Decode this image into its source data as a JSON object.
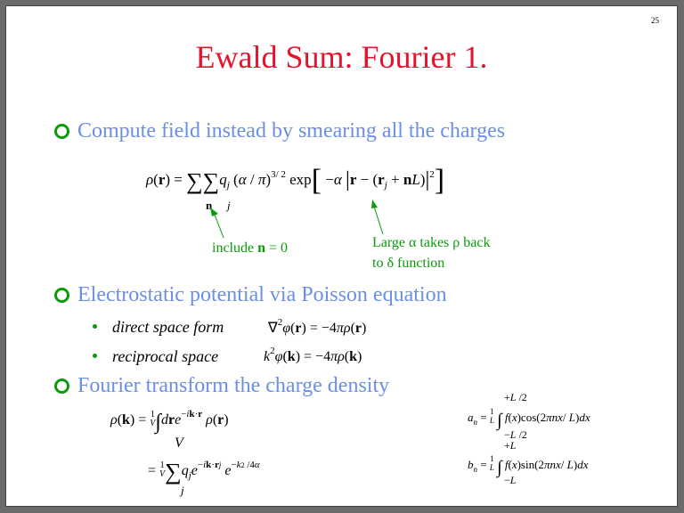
{
  "slide": {
    "page_number": "25",
    "title": "Ewald Sum:  Fourier 1.",
    "colors": {
      "title": "#e8122c",
      "bullet_text": "#6b8fe6",
      "bullet_marker": "#0a9b0a",
      "annotation": "#0a9b0a",
      "border": "#6b6b6b"
    }
  },
  "bullets": [
    {
      "label": "Compute field instead by smearing all the charges"
    },
    {
      "label": "Electrostatic potential via Poisson equation"
    },
    {
      "label": "Fourier transform the charge density"
    }
  ],
  "equations": {
    "rho_r": {
      "lhs": "ρ(r) =",
      "body": "q_j (α / π)^{3/2} exp[ −α |r − (r_j + nL)|² ]",
      "sum1_index": "n",
      "sum2_index": "j"
    },
    "poisson_direct": "∇²φ(r) = −4πρ(r)",
    "poisson_reciprocal": "k²φ(k) = −4πρ(k)",
    "rho_k_line1": "ρ(k) = (1/V) ∫_V dr e^{−ik·r} ρ(r)",
    "rho_k_line2": "= (1/V) Σ_j q_j e^{−ik·r_j} e^{−k²/4α}",
    "a_n": "a_n = (1/L) ∫_{−L/2}^{+L/2} f(x) cos(2πnx/L) dx",
    "b_n": "b_n = (1/L) ∫_{−L}^{+L} f(x) sin(2πnx/L) dx"
  },
  "sub_bullets": [
    {
      "label": "direct space form"
    },
    {
      "label": "reciprocal space"
    }
  ],
  "annotations": {
    "left": {
      "prefix": "include ",
      "bold": "n",
      "suffix": " = 0"
    },
    "right_line1": "Large α takes ρ back",
    "right_line2": "to δ function"
  }
}
